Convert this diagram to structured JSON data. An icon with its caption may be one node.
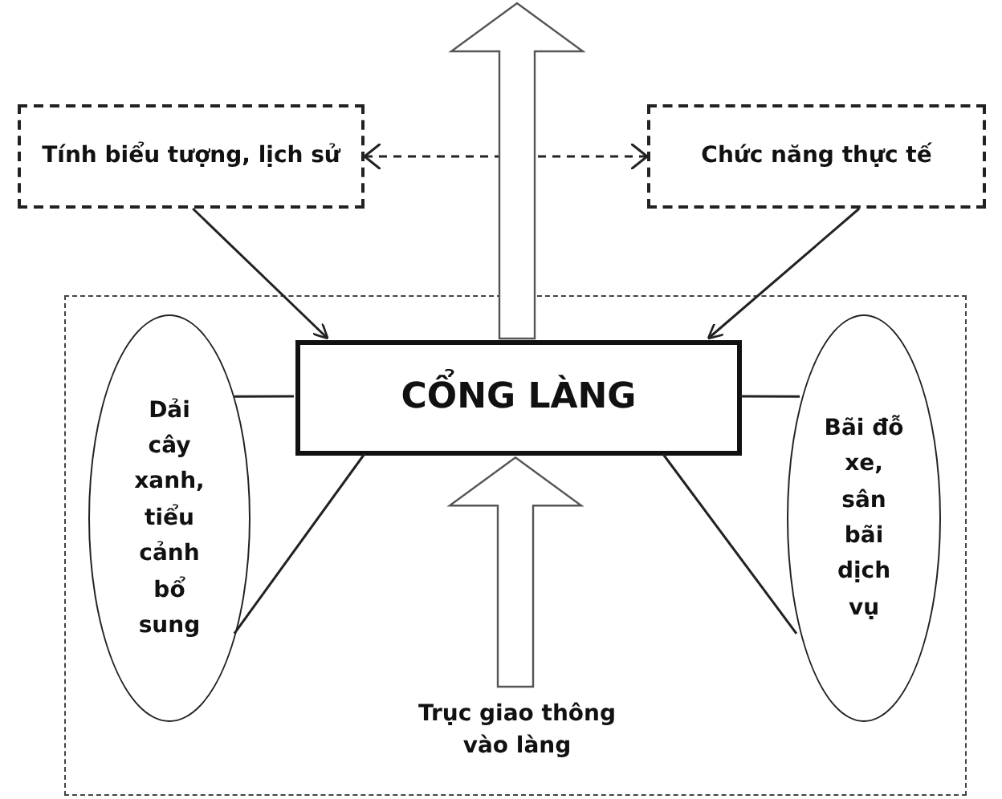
{
  "diagram": {
    "nodes": [
      {
        "text": [
          "Tính biểu tượng, lịch sử"
        ]
      },
      {
        "text": [
          "Chức năng thực tế"
        ]
      },
      {
        "text": [],
        "shape": "box"
      },
      {
        "text": [
          "CỔNG LÀNG"
        ],
        "in": 2
      },
      {
        "text": [
          "Dải cây xanh, tiểu cảnh bổ sung"
        ],
        "in": 2
      },
      {
        "text": [
          "Bãi đỗ xe, sân bãi dịch vụ"
        ],
        "in": 2
      },
      {
        "text": [
          "Trục giao thông vào làng"
        ],
        "in": 2
      }
    ],
    "edges": [
      {
        "from": 0,
        "to": 1,
        "arrow": "both",
        "style": "dashed"
      },
      {
        "from": 0,
        "to": 3,
        "arrow": "to"
      },
      {
        "from": 1,
        "to": 3,
        "arrow": "to"
      },
      {
        "from": 3,
        "to": null,
        "arrow": "to",
        "style": "thick"
      },
      {
        "from": 4,
        "to": 3,
        "arrow": "none"
      },
      {
        "from": 4,
        "to": 3,
        "arrow": "none"
      },
      {
        "from": 5,
        "to": 3,
        "arrow": "none"
      },
      {
        "from": 5,
        "to": 3,
        "arrow": "none"
      },
      {
        "from": 6,
        "to": 3,
        "arrow": "to",
        "style": "thick"
      }
    ]
  }
}
